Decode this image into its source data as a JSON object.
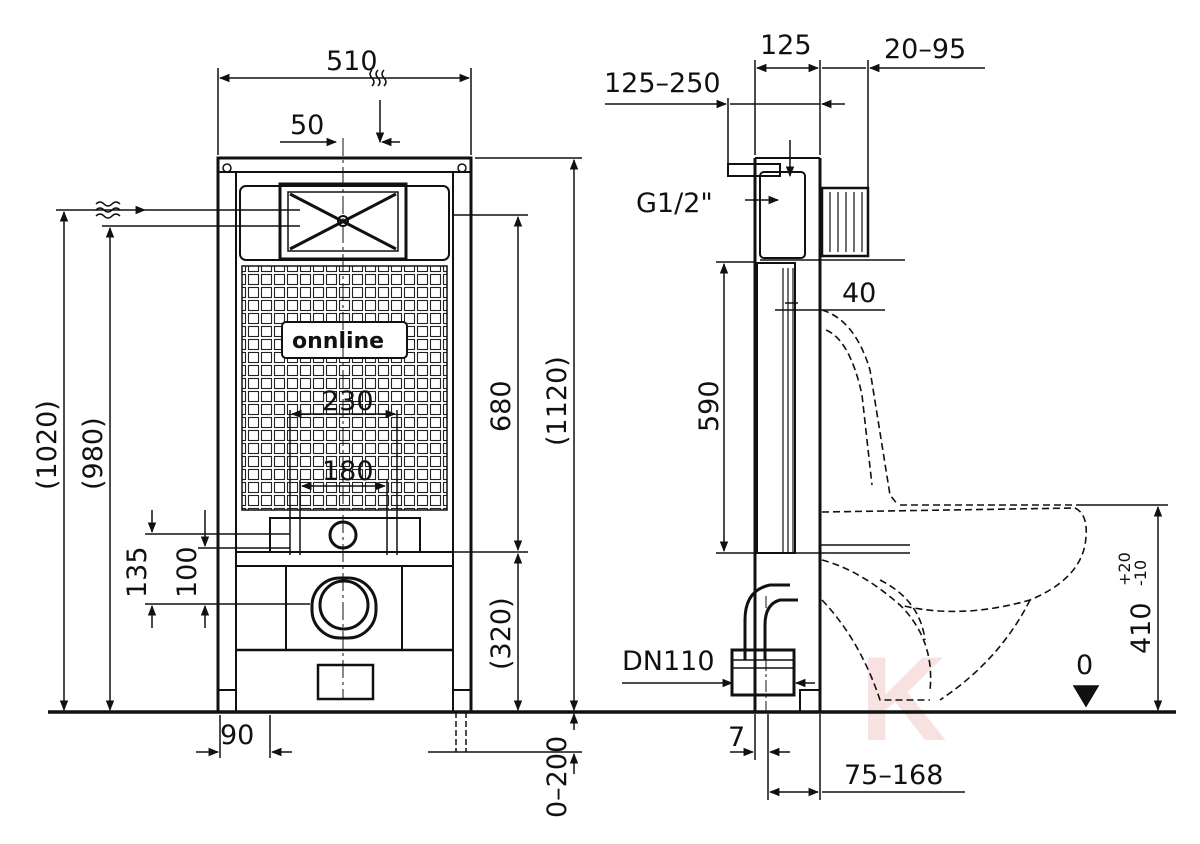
{
  "brand": {
    "logo_text": "onnline"
  },
  "watermark": "K",
  "front_view": {
    "width": "510",
    "pipe_offset": "50",
    "frame_height": "(1120)",
    "tank_height": "680",
    "inlet_height_1": "(1020)",
    "inlet_height_2": "(980)",
    "bolt_spacing_outer": "230",
    "bolt_spacing_inner": "180",
    "drain_offset_1": "135",
    "drain_offset_2": "100",
    "bolt_height": "(320)",
    "foot_width": "90",
    "leg_extension": "0–200"
  },
  "side_view": {
    "depth": "125",
    "wall_adjust": "20–95",
    "supply_range": "125–250",
    "thread": "G1/2\"",
    "wall_gap": "40",
    "tank_height": "590",
    "pipe": "DN110",
    "floor_gap": "7",
    "pan_range": "75–168",
    "seat_height": "410",
    "seat_tol_plus": "+20",
    "seat_tol_minus": "-10",
    "floor_level": "0"
  },
  "colors": {
    "line": "#111111",
    "watermark": "#f3c9c9"
  }
}
